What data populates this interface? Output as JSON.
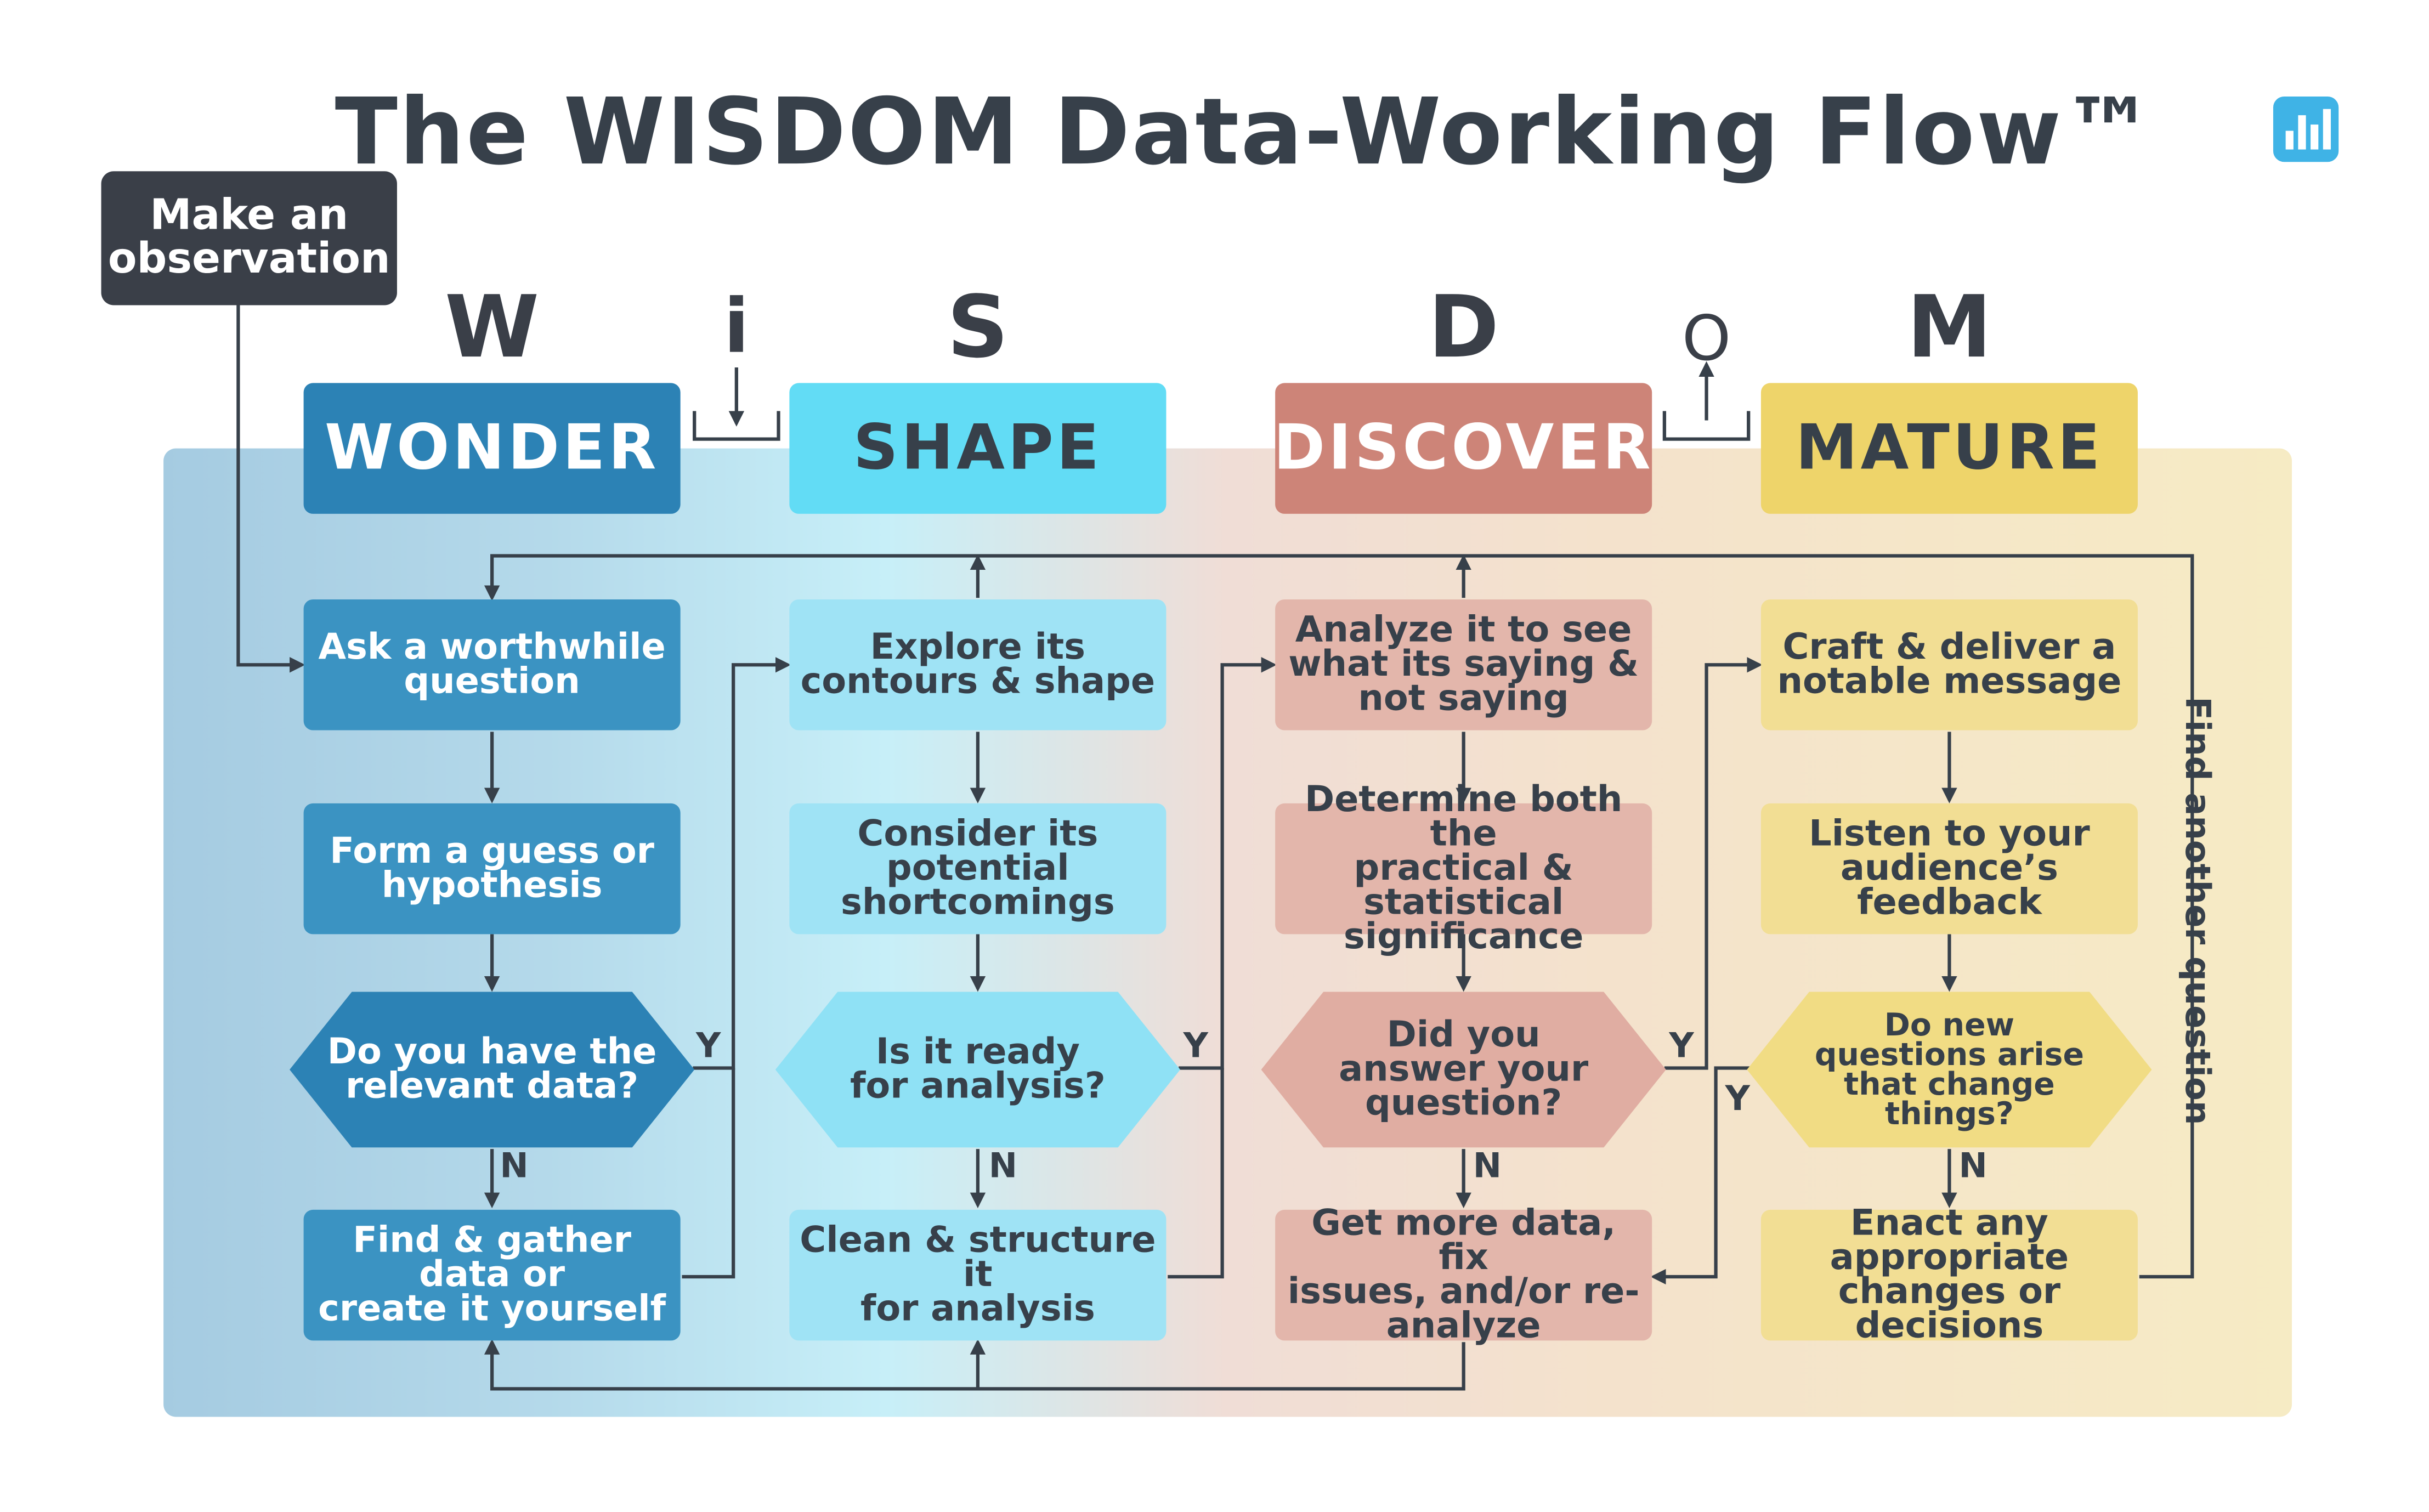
{
  "title": "The WISDOM Data-Working Flow™",
  "start_box": {
    "line1": "Make an",
    "line2": "observation"
  },
  "letters": [
    "W",
    "i",
    "S",
    "D",
    "O",
    "M"
  ],
  "stages": [
    {
      "name": "WONDER",
      "color": "#2c82b5"
    },
    {
      "name": "SHAPE",
      "color": "#62dcf5"
    },
    {
      "name": "DISCOVER",
      "color": "#cd8478"
    },
    {
      "name": "MATURE",
      "color": "#eed46a"
    }
  ],
  "wonder": {
    "step1": {
      "l1": "Ask a worthwhile",
      "l2": "question"
    },
    "step2": {
      "l1": "Form a guess or",
      "l2": "hypothesis"
    },
    "decision": {
      "l1": "Do you have the",
      "l2": "relevant data?"
    },
    "step3": {
      "l1": "Find & gather data or",
      "l2": "create it yourself"
    }
  },
  "shape": {
    "step1": {
      "l1": "Explore its",
      "l2": "contours & shape"
    },
    "step2": {
      "l1": "Consider its potential",
      "l2": "shortcomings"
    },
    "decision": {
      "l1": "Is it ready",
      "l2": "for analysis?"
    },
    "step3": {
      "l1": "Clean & structure it",
      "l2": "for analysis"
    }
  },
  "discover": {
    "step1": {
      "l1": "Analyze it to see",
      "l2": "what its saying &",
      "l3": "not saying"
    },
    "step2": {
      "l1": "Determine both the",
      "l2": "practical & statistical",
      "l3": "significance"
    },
    "decision": {
      "l1": "Did you",
      "l2": "answer your",
      "l3": "question?"
    },
    "step3": {
      "l1": "Get more data, fix",
      "l2": "issues, and/or re-",
      "l3": "analyze"
    }
  },
  "mature": {
    "step1": {
      "l1": "Craft & deliver a",
      "l2": "notable message"
    },
    "step2": {
      "l1": "Listen to your",
      "l2": "audience’s feedback"
    },
    "decision": {
      "l1": "Do new",
      "l2": "questions arise",
      "l3": "that change",
      "l4": "things?"
    },
    "step3": {
      "l1": "Enact any appropriate",
      "l2": "changes or decisions"
    }
  },
  "yes_label": "Y",
  "no_label": "N",
  "loop_label": "Find another question",
  "colors": {
    "dark": "#3a3f48",
    "line": "#37404a"
  }
}
